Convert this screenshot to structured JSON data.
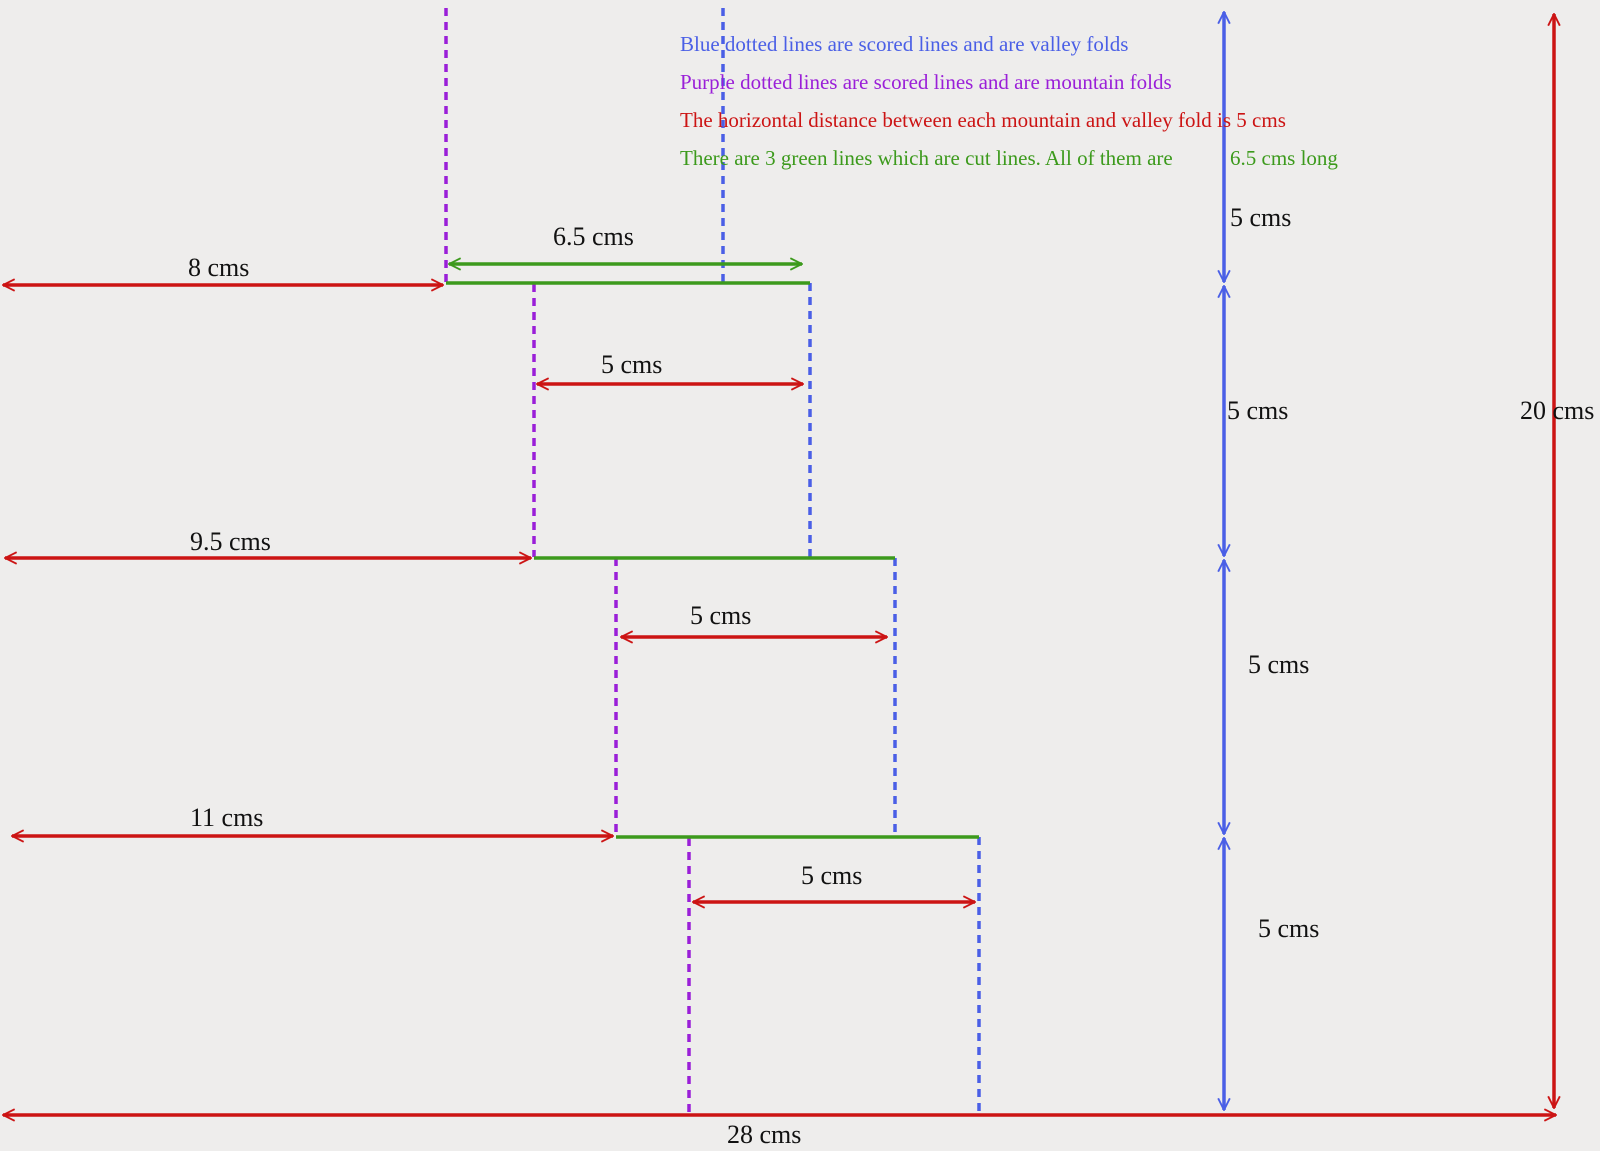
{
  "colors": {
    "valley_fold": "#4a5fe6",
    "mountain_fold": "#9a1fd8",
    "cut_line": "#3c9a1c",
    "measure_red": "#cc1414",
    "measure_green": "#3c9a1c",
    "measure_blue": "#4a5fe6",
    "background": "#eeedec"
  },
  "legend": {
    "blue_note": "Blue dotted lines are scored lines and are valley folds",
    "purple_note": "Purple dotted lines are scored lines and are mountain folds",
    "red_note": "The horizontal distance between each mountain and valley fold is 5 cms",
    "green_note_part1": "There are 3 green lines which are cut lines. All of them are",
    "green_note_part2": "6.5 cms long"
  },
  "labels": {
    "cut_length": "6.5 cms",
    "offset_1": "8 cms",
    "offset_2": "9.5 cms",
    "offset_3": "11 cms",
    "fold_gap_1": "5 cms",
    "fold_gap_2": "5 cms",
    "fold_gap_3": "5 cms",
    "vertical_1": "5 cms",
    "vertical_2": "5 cms",
    "vertical_3": "5 cms",
    "vertical_4": "5 cms",
    "total_height": "20 cms",
    "total_width": "28 cms"
  }
}
